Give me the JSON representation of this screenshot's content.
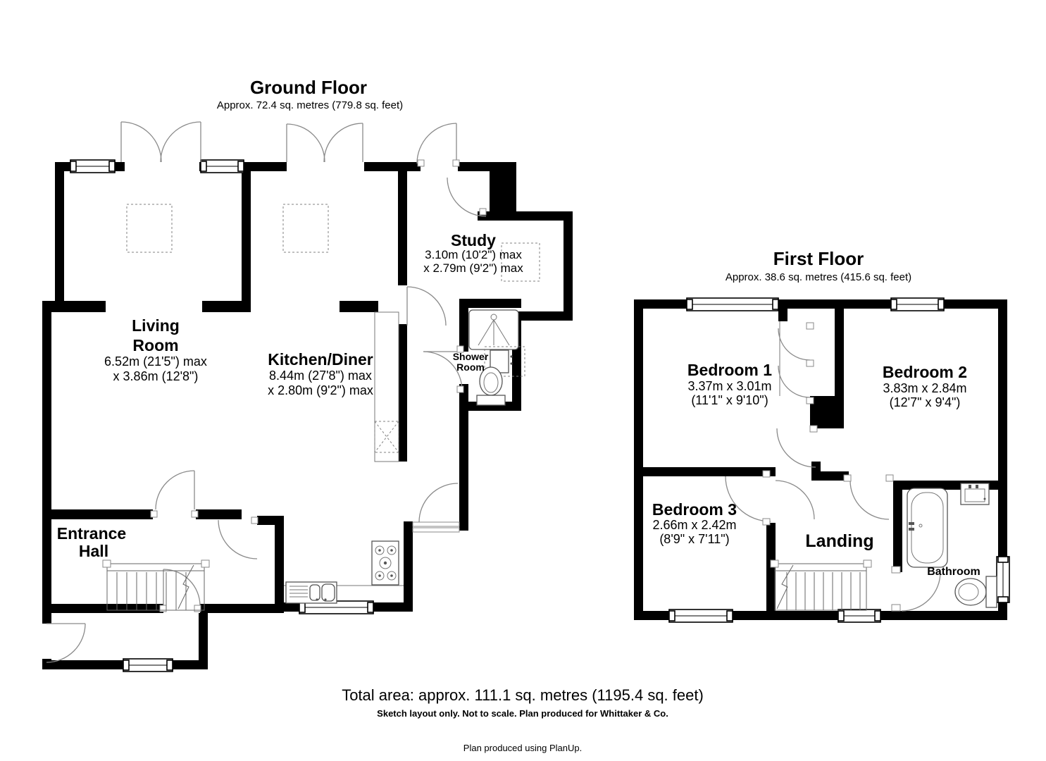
{
  "ground_floor": {
    "title": "Ground Floor",
    "subtitle": "Approx. 72.4 sq. metres (779.8 sq. feet)",
    "rooms": {
      "living_room": {
        "name_line1": "Living",
        "name_line2": "Room",
        "dim_line1": "6.52m (21'5\") max",
        "dim_line2": "x 3.86m (12'8\")"
      },
      "kitchen_diner": {
        "name": "Kitchen/Diner",
        "dim_line1": "8.44m (27'8\") max",
        "dim_line2": "x 2.80m (9'2\") max"
      },
      "study": {
        "name": "Study",
        "dim_line1": "3.10m (10'2\") max",
        "dim_line2": "x 2.79m (9'2\") max"
      },
      "shower_room": {
        "name_line1": "Shower",
        "name_line2": "Room"
      },
      "entrance_hall": {
        "name_line1": "Entrance",
        "name_line2": "Hall"
      }
    }
  },
  "first_floor": {
    "title": "First Floor",
    "subtitle": "Approx. 38.6 sq. metres (415.6 sq. feet)",
    "rooms": {
      "bedroom_1": {
        "name": "Bedroom 1",
        "dim_line1": "3.37m x 3.01m",
        "dim_line2": "(11'1\" x 9'10\")"
      },
      "bedroom_2": {
        "name": "Bedroom 2",
        "dim_line1": "3.83m x 2.84m",
        "dim_line2": "(12'7\" x 9'4\")"
      },
      "bedroom_3": {
        "name": "Bedroom 3",
        "dim_line1": "2.66m x 2.42m",
        "dim_line2": "(8'9\" x 7'11\")"
      },
      "landing": {
        "name": "Landing"
      },
      "bathroom": {
        "name": "Bathroom"
      }
    }
  },
  "footer": {
    "total_area": "Total area: approx. 111.1 sq. metres (1195.4 sq. feet)",
    "disclaimer": "Sketch layout only. Not to scale. Plan produced for Whittaker & Co.",
    "credit": "Plan produced using PlanUp."
  },
  "colors": {
    "wall": "#000000",
    "background": "#ffffff",
    "door_line": "#8a8a8a",
    "fixture_line": "#555555"
  }
}
